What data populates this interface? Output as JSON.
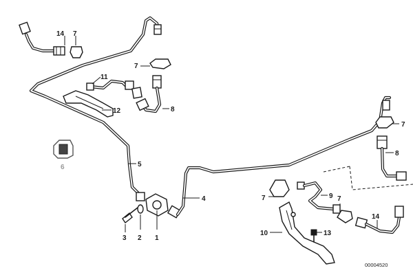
{
  "diagram": {
    "part_labels": {
      "p14_top": "14",
      "p7_top": "7",
      "p11": "11",
      "p7_mid": "7",
      "p12": "12",
      "p8_mid": "8",
      "p5": "5",
      "p6": "6",
      "p4": "4",
      "p3": "3",
      "p2": "2",
      "p1": "1",
      "p7_right": "7",
      "p8_right": "8",
      "p7_lower": "7",
      "p9": "9",
      "p7_lower2": "7",
      "p14_lower": "14",
      "p10": "10",
      "p13": "13"
    },
    "drawing_code": "00004520"
  }
}
